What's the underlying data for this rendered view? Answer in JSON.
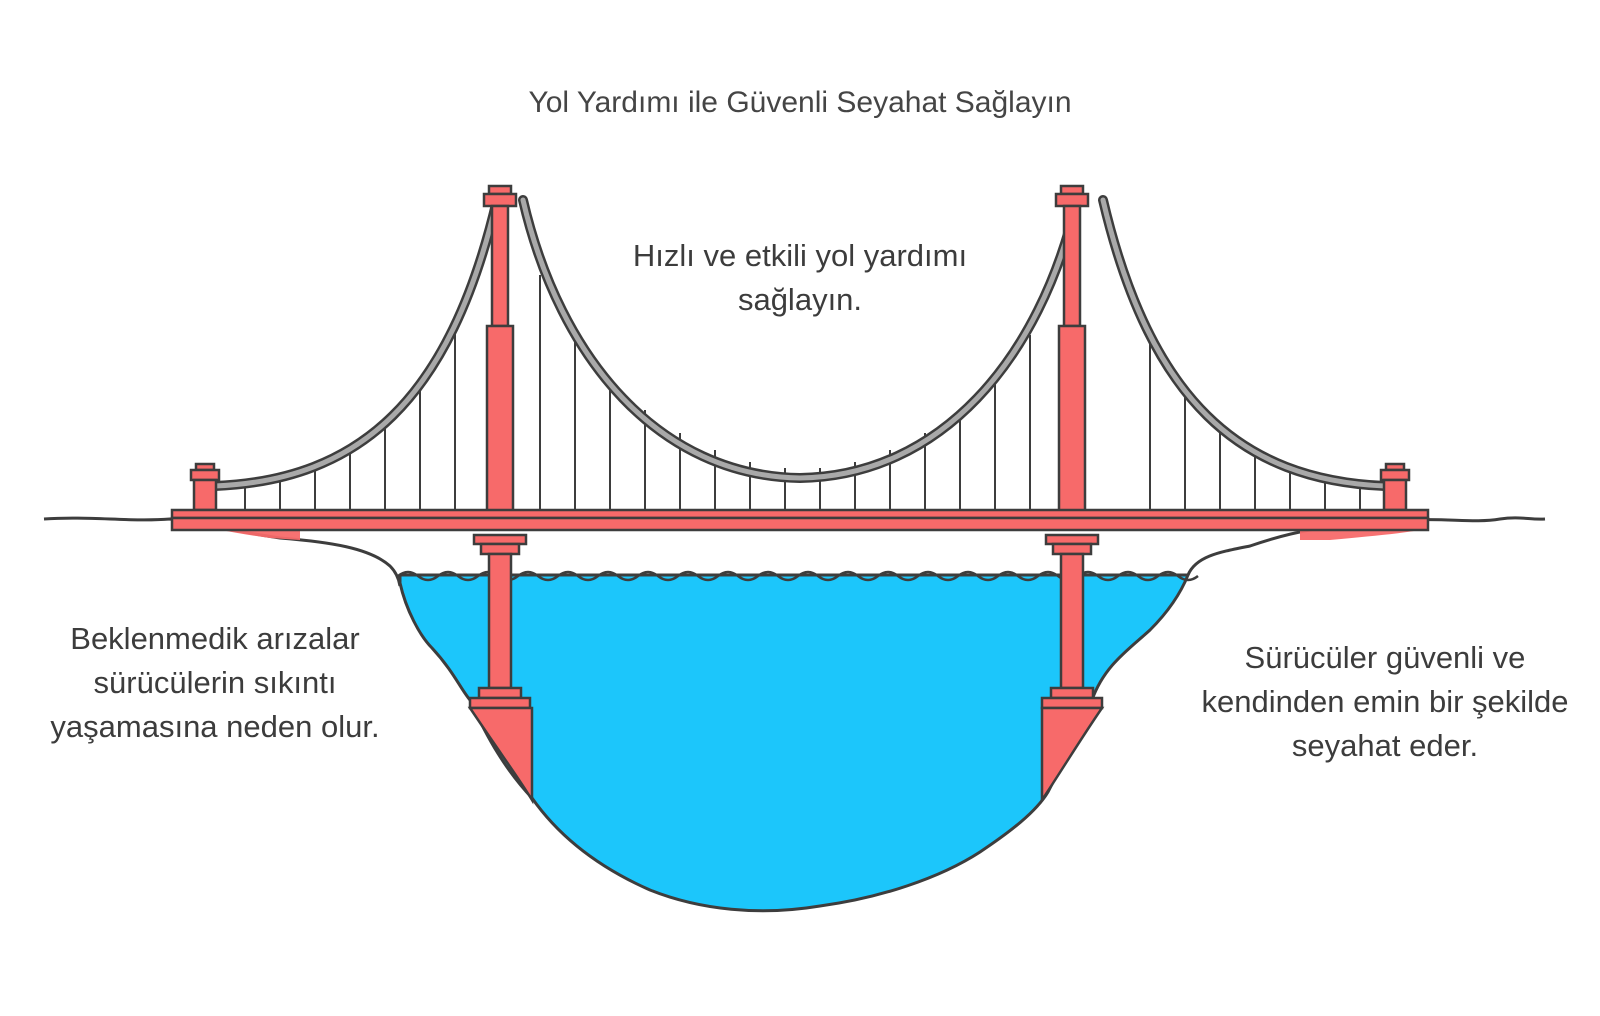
{
  "title": "Yol Yardımı ile Güvenli Seyahat Sağlayın",
  "captions": {
    "solution": "Hızlı ve etkili yol yardımı sağlayın.",
    "problem": "Beklenmedik arızalar sürücülerin sıkıntı yaşamasına neden olur.",
    "result": "Sürücüler güvenli ve kendinden emin bir şekilde seyahat eder."
  },
  "colors": {
    "bridge": "#f76a6a",
    "water": "#1cc6fb",
    "cable": "#a9a9a9",
    "outline": "#3d3d3d"
  },
  "icons": [
    "suspension-bridge",
    "water",
    "cliff"
  ]
}
